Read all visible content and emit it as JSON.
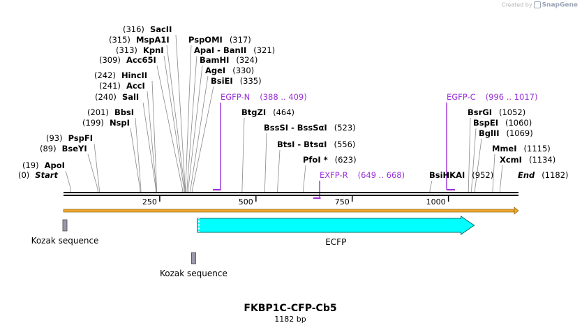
{
  "credit": {
    "prefix": "Created by",
    "brand": "SnapGene"
  },
  "map": {
    "title": "FKBP1C-CFP-Cb5",
    "subtitle": "1182 bp",
    "length": 1182,
    "ticks": [
      {
        "label": "250",
        "pos": 250
      },
      {
        "label": "500",
        "pos": 500
      },
      {
        "label": "750",
        "pos": 750
      },
      {
        "label": "1000",
        "pos": 1000
      }
    ],
    "sites": [
      {
        "name": "Start",
        "pos": 0,
        "pos_label": "(0)",
        "italic": true,
        "side": "left"
      },
      {
        "name": "ApoI",
        "pos": 19,
        "pos_label": "(19)",
        "side": "left"
      },
      {
        "name": "BseYI",
        "pos": 89,
        "pos_label": "(89)",
        "side": "left"
      },
      {
        "name": "PspFI",
        "pos": 93,
        "pos_label": "(93)",
        "side": "left"
      },
      {
        "name": "NspI",
        "pos": 199,
        "pos_label": "(199)",
        "side": "left"
      },
      {
        "name": "BbsI",
        "pos": 201,
        "pos_label": "(201)",
        "side": "left"
      },
      {
        "name": "SalI",
        "pos": 240,
        "pos_label": "(240)",
        "side": "left"
      },
      {
        "name": "AccI",
        "pos": 241,
        "pos_label": "(241)",
        "side": "left"
      },
      {
        "name": "HincII",
        "pos": 242,
        "pos_label": "(242)",
        "side": "left"
      },
      {
        "name": "Acc65I",
        "pos": 309,
        "pos_label": "(309)",
        "side": "left"
      },
      {
        "name": "KpnI",
        "pos": 313,
        "pos_label": "(313)",
        "side": "left"
      },
      {
        "name": "MspA1I",
        "pos": 315,
        "pos_label": "(315)",
        "side": "left"
      },
      {
        "name": "SacII",
        "pos": 316,
        "pos_label": "(316)",
        "side": "left"
      },
      {
        "name": "PspOMI",
        "pos": 317,
        "pos_label": "(317)",
        "side": "right"
      },
      {
        "name": "ApaI  -  BanII",
        "pos": 321,
        "pos_label": "(321)",
        "side": "right"
      },
      {
        "name": "BamHI",
        "pos": 324,
        "pos_label": "(324)",
        "side": "right"
      },
      {
        "name": "AgeI",
        "pos": 330,
        "pos_label": "(330)",
        "side": "right"
      },
      {
        "name": "BsiEI",
        "pos": 335,
        "pos_label": "(335)",
        "side": "right"
      },
      {
        "name": "BtgZI",
        "pos": 464,
        "pos_label": "(464)",
        "side": "right"
      },
      {
        "name": "BssSI  -  BssSαI",
        "pos": 523,
        "pos_label": "(523)",
        "side": "right"
      },
      {
        "name": "BtsI  -  BtsαI",
        "pos": 556,
        "pos_label": "(556)",
        "side": "right"
      },
      {
        "name": "PfoI *",
        "pos": 623,
        "pos_label": "(623)",
        "side": "right"
      },
      {
        "name": "BsiHKAI",
        "pos": 952,
        "pos_label": "(952)",
        "side": "right"
      },
      {
        "name": "BsrGI",
        "pos": 1052,
        "pos_label": "(1052)",
        "side": "right"
      },
      {
        "name": "BspEI",
        "pos": 1060,
        "pos_label": "(1060)",
        "side": "right"
      },
      {
        "name": "BglII",
        "pos": 1069,
        "pos_label": "(1069)",
        "side": "right"
      },
      {
        "name": "MmeI",
        "pos": 1115,
        "pos_label": "(1115)",
        "side": "right"
      },
      {
        "name": "XcmI",
        "pos": 1134,
        "pos_label": "(1134)",
        "side": "right"
      },
      {
        "name": "End",
        "pos": 1182,
        "pos_label": "(1182)",
        "italic": true,
        "side": "right"
      }
    ],
    "primers": [
      {
        "name": "EGFP-N",
        "range": "(388 .. 409)",
        "start": 388,
        "end": 409,
        "strand": "forward"
      },
      {
        "name": "EXFP-R",
        "range": "(649 .. 668)",
        "start": 649,
        "end": 668,
        "strand": "reverse"
      },
      {
        "name": "EGFP-C",
        "range": "(996 .. 1017)",
        "start": 996,
        "end": 1017,
        "strand": "forward"
      }
    ],
    "features": [
      {
        "name": "ECFP",
        "start": 348,
        "end": 1067,
        "type": "cds",
        "color": "#00ffff"
      },
      {
        "name": "Kozak sequence",
        "start": 0,
        "end": 8,
        "type": "misc",
        "color": "#9999aa"
      },
      {
        "name": "Kozak sequence",
        "start": 338,
        "end": 346,
        "type": "misc",
        "color": "#9999aa"
      }
    ],
    "colors": {
      "backbone": "#000000",
      "orf_arrow": "#f0a830",
      "primer": "#9b30d9"
    }
  }
}
